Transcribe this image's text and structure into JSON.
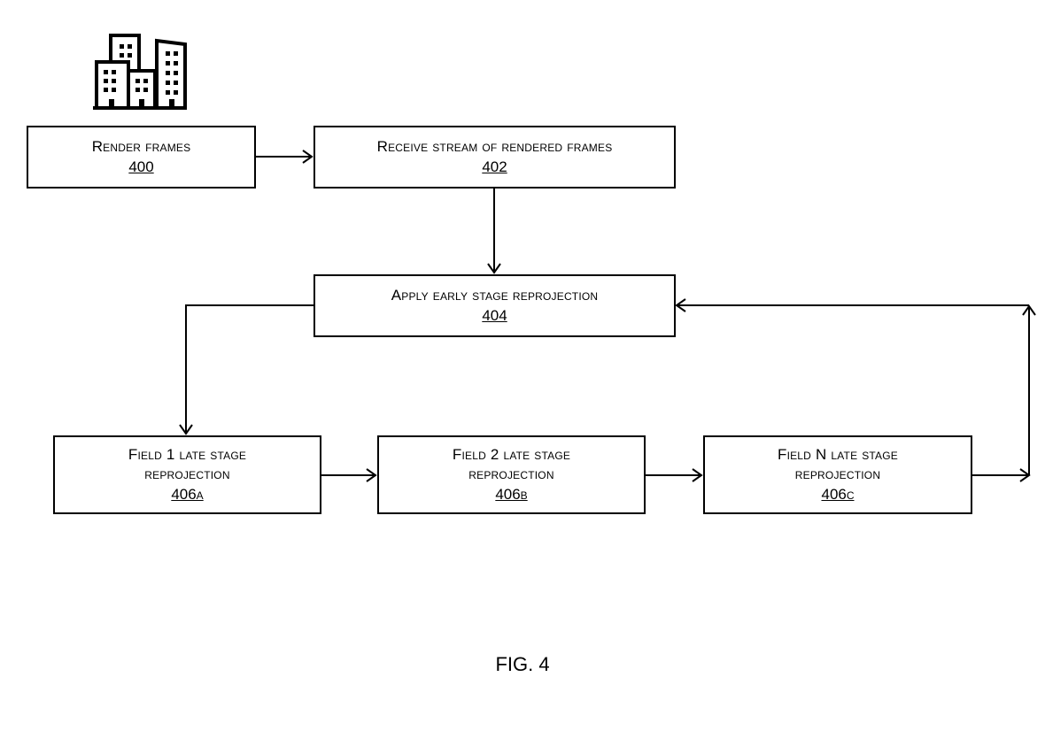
{
  "figure": {
    "caption": "FIG. 4"
  },
  "icon": {
    "name": "buildings-icon"
  },
  "steps": [
    {
      "id": "render",
      "label": "Render frames",
      "ref": "400"
    },
    {
      "id": "receive",
      "label": "Receive stream of rendered frames",
      "ref": "402"
    },
    {
      "id": "early",
      "label": "Apply early stage reprojection",
      "ref": "404"
    },
    {
      "id": "field1",
      "label_line1": "Field 1 late stage",
      "label_line2": "reprojection",
      "ref": "406a"
    },
    {
      "id": "field2",
      "label_line1": "Field 2 late stage",
      "label_line2": "reprojection",
      "ref": "406b"
    },
    {
      "id": "fieldn",
      "label_line1": "Field N late stage",
      "label_line2": "reprojection",
      "ref": "406c"
    }
  ],
  "connections": [
    {
      "from": "400",
      "to": "402"
    },
    {
      "from": "402",
      "to": "404"
    },
    {
      "from": "404",
      "to": "406a"
    },
    {
      "from": "406a",
      "to": "406b"
    },
    {
      "from": "406b",
      "to": "406c"
    },
    {
      "from": "406c",
      "to": "404"
    }
  ]
}
